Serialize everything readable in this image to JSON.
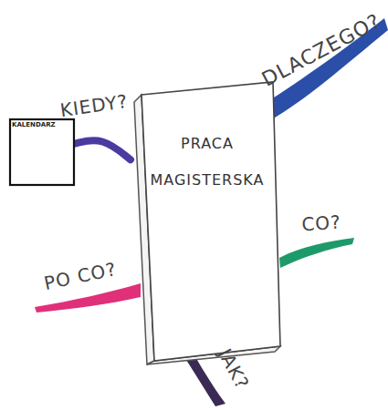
{
  "diagram": {
    "nodes": [
      {
        "text": [
          "PRACA MAGISTERSKA"
        ]
      },
      {
        "text": [
          "KALENDARZ"
        ]
      }
    ],
    "edges": [
      {
        "from": 1,
        "to": 0,
        "arrow": "none",
        "label": "KIEDY?"
      }
    ],
    "labels": [
      "DLACZEGO?",
      "CO?",
      "PO CO?",
      "JAK?"
    ]
  }
}
